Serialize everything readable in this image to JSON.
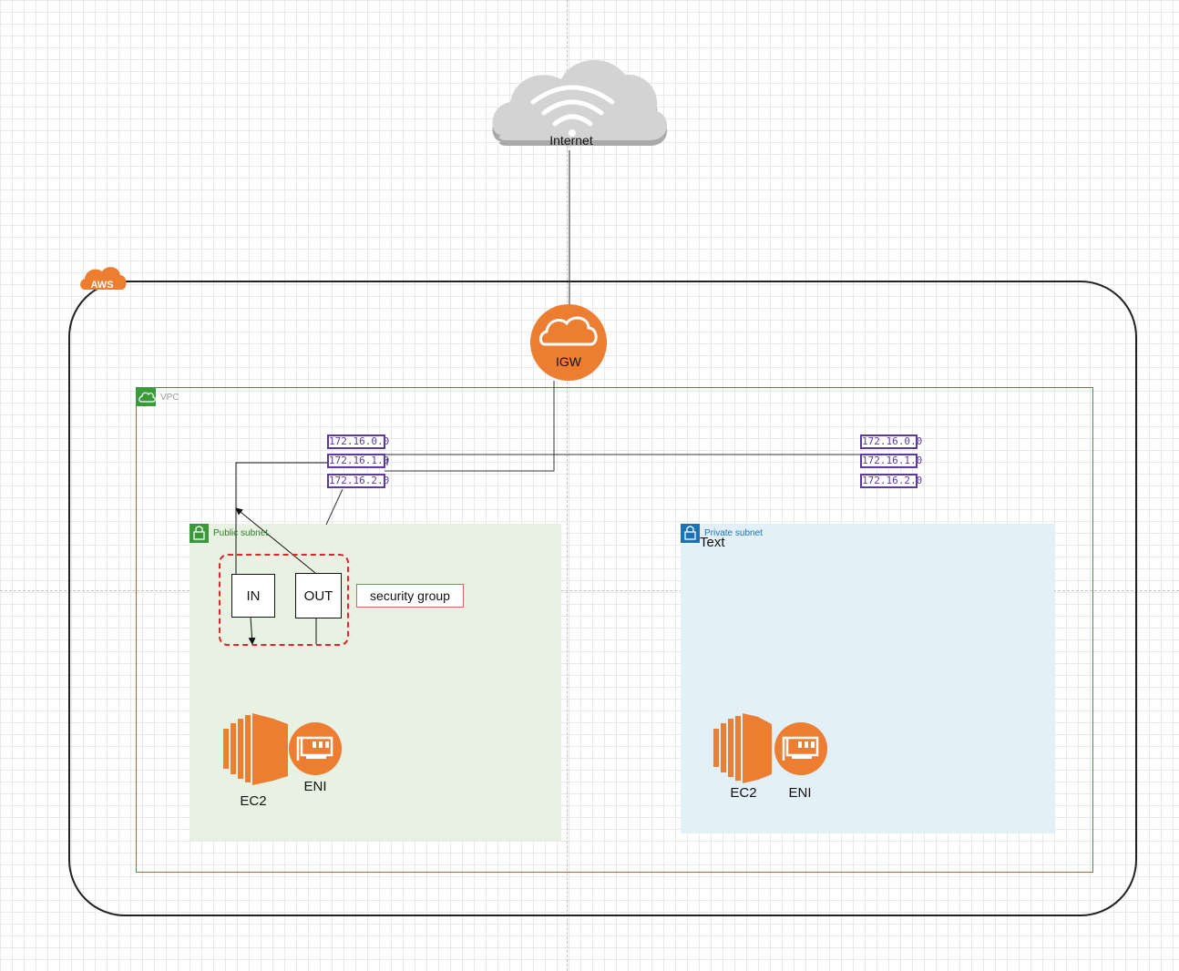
{
  "cloud": {
    "label": "Internet"
  },
  "aws": {
    "badge": "AWS"
  },
  "igw": {
    "label": "IGW"
  },
  "vpc": {
    "label": "VPC"
  },
  "public_subnet": {
    "label": "Public subnet",
    "security_group": {
      "label": "security group",
      "in": "IN",
      "out": "OUT"
    },
    "ec2": "EC2",
    "eni": "ENI"
  },
  "private_subnet": {
    "label": "Private subnet",
    "text": "Text",
    "ec2": "EC2",
    "eni": "ENI"
  },
  "route_table_left": [
    "172.16.0.0",
    "172.16.1.0",
    "172.16.2.0"
  ],
  "route_table_right": [
    "172.16.0.0",
    "172.16.1.0",
    "172.16.2.0"
  ],
  "colors": {
    "aws_orange": "#ed7d31",
    "vpc_green": "#3a9a3a",
    "route_purple": "#5a3a9e",
    "sg_red": "#e8212a"
  }
}
